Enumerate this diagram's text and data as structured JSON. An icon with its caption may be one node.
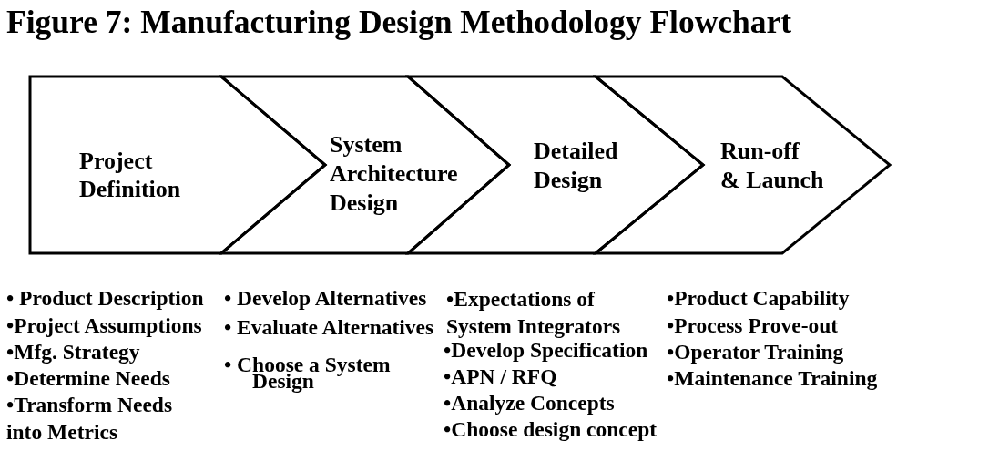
{
  "diagram": {
    "title": "Figure 7: Manufacturing Design Methodology Flowchart",
    "nodes": [
      {
        "text": [
          "Project Definition"
        ],
        "beside": [
          "• Product Description",
          "•Project Assumptions",
          "•Mfg. Strategy",
          "•Determine Needs",
          "•Transform Needs into Metrics"
        ]
      },
      {
        "text": [
          "System Architecture Design"
        ],
        "beside": [
          "• Develop Alternatives",
          "• Evaluate Alternatives",
          "• Choose a System Design"
        ]
      },
      {
        "text": [
          "Detailed Design"
        ],
        "beside": [
          "•Expectations of System Integrators",
          "•Develop Specification",
          "•APN / RFQ",
          "•Analyze Concepts",
          "•Choose design concept"
        ]
      },
      {
        "text": [
          "Run-off & Launch"
        ],
        "beside": [
          "•Product Capability",
          "•Process Prove-out",
          "•Operator Training",
          "•Maintenance Training"
        ]
      }
    ]
  }
}
